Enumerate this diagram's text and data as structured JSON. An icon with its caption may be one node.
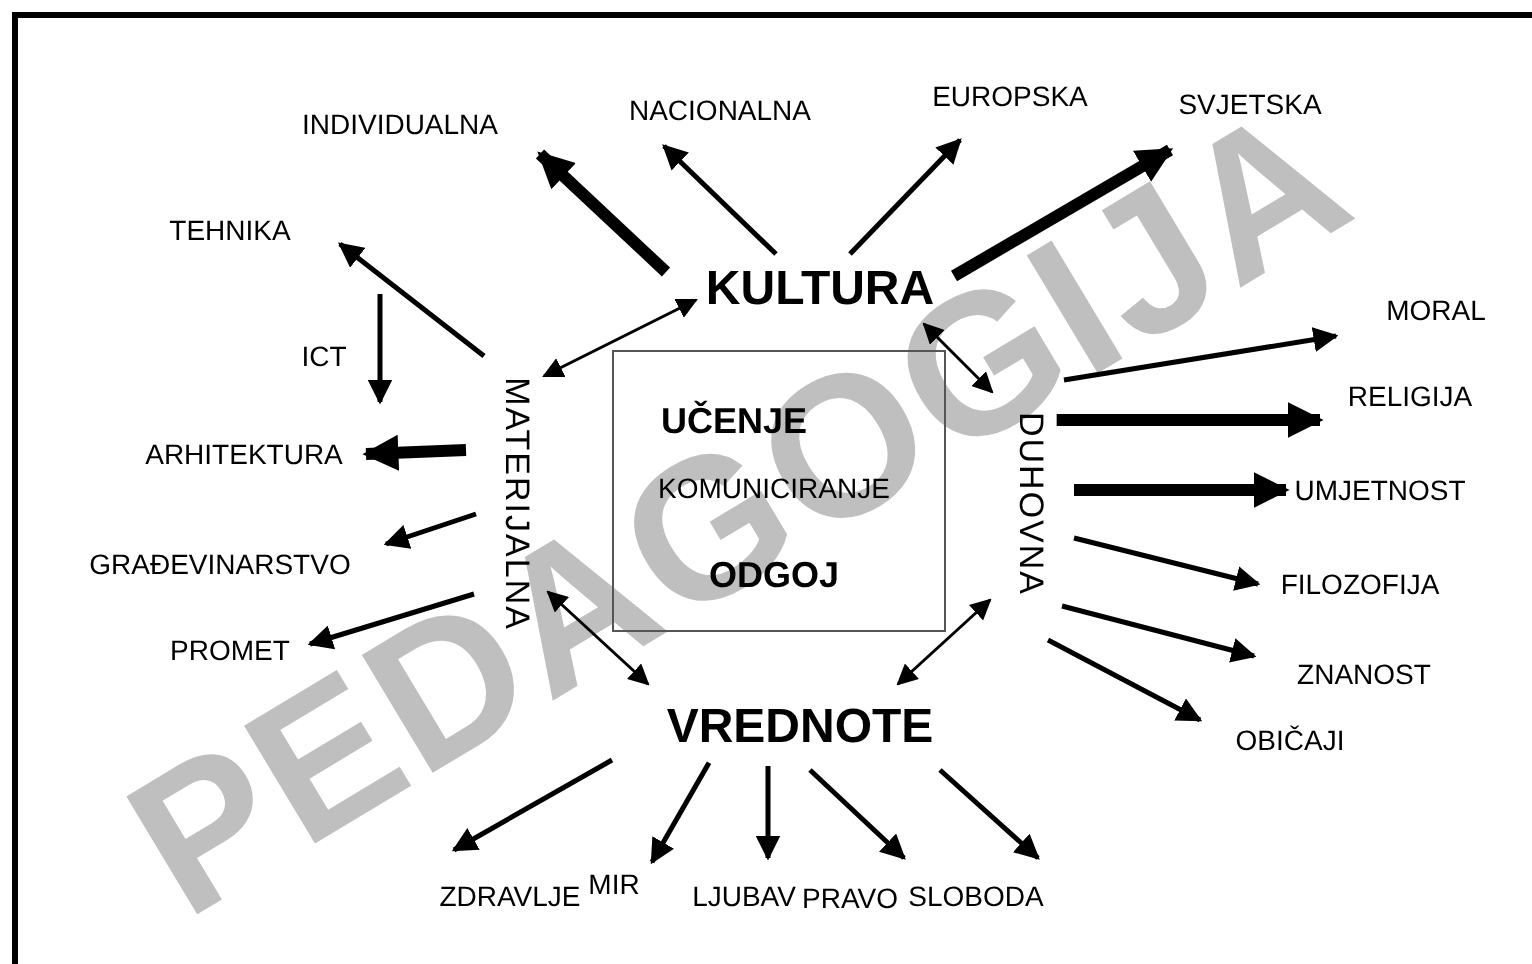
{
  "diagram": {
    "nodes": [
      {
        "text": [
          "KULTURA"
        ]
      },
      {
        "text": [
          "MATERIJALNA"
        ]
      },
      {
        "text": [
          "DUHOVNA"
        ]
      },
      {
        "text": [
          "UČENJE",
          "KOMUNICIRANJE",
          "ODGOJ"
        ]
      },
      {
        "text": [
          "VREDNOTE"
        ]
      },
      {
        "text": [
          "INDIVIDUALNA"
        ]
      },
      {
        "text": [
          "NACIONALNA"
        ]
      },
      {
        "text": [
          "EUROPSKA"
        ]
      },
      {
        "text": [
          "SVJETSKA"
        ]
      },
      {
        "text": [
          "TEHNIKA"
        ]
      },
      {
        "text": [
          "ARHITEKTURA"
        ]
      },
      {
        "text": [
          "GRAĐEVINARSTVO"
        ]
      },
      {
        "text": [
          "PROMET"
        ]
      },
      {
        "text": [
          "MORAL"
        ]
      },
      {
        "text": [
          "RELIGIJA"
        ]
      },
      {
        "text": [
          "UMJETNOST"
        ]
      },
      {
        "text": [
          "FILOZOFIJA"
        ]
      },
      {
        "text": [
          "ZNANOST"
        ]
      },
      {
        "text": [
          "OBIČAJI"
        ]
      },
      {
        "text": [
          "ZDRAVLJE"
        ]
      },
      {
        "text": [
          "MIR"
        ]
      },
      {
        "text": [
          "LJUBAV"
        ]
      },
      {
        "text": [
          "PRAVO"
        ]
      },
      {
        "text": [
          "SLOBODA"
        ]
      }
    ],
    "edges": [
      {
        "from": 0,
        "to": 5,
        "arrow": "to",
        "style": "thick"
      },
      {
        "from": 0,
        "to": 6,
        "arrow": "to"
      },
      {
        "from": 0,
        "to": 7,
        "arrow": "to"
      },
      {
        "from": 0,
        "to": 8,
        "arrow": "to",
        "style": "thick"
      },
      {
        "from": 0,
        "to": 1,
        "arrow": "both"
      },
      {
        "from": 0,
        "to": 2,
        "arrow": "both"
      },
      {
        "from": 1,
        "to": 9,
        "arrow": "to"
      },
      {
        "from": 9,
        "to": 10,
        "arrow": "to",
        "label": "ICT"
      },
      {
        "from": 1,
        "to": 10,
        "arrow": "to",
        "style": "thick"
      },
      {
        "from": 1,
        "to": 11,
        "arrow": "to"
      },
      {
        "from": 1,
        "to": 12,
        "arrow": "to"
      },
      {
        "from": 1,
        "to": 4,
        "arrow": "both"
      },
      {
        "from": 2,
        "to": 4,
        "arrow": "both"
      },
      {
        "from": 2,
        "to": 13,
        "arrow": "to"
      },
      {
        "from": 2,
        "to": 14,
        "arrow": "to",
        "style": "thick"
      },
      {
        "from": 2,
        "to": 15,
        "arrow": "to",
        "style": "thick"
      },
      {
        "from": 2,
        "to": 16,
        "arrow": "to"
      },
      {
        "from": 2,
        "to": 17,
        "arrow": "to"
      },
      {
        "from": 2,
        "to": 18,
        "arrow": "to"
      },
      {
        "from": 4,
        "to": 19,
        "arrow": "to"
      },
      {
        "from": 4,
        "to": 20,
        "arrow": "to"
      },
      {
        "from": 4,
        "to": 21,
        "arrow": "to"
      },
      {
        "from": 4,
        "to": 22,
        "arrow": "to"
      },
      {
        "from": 4,
        "to": 23,
        "arrow": "to"
      }
    ],
    "labels": [
      "PEDAGOGIJA"
    ]
  }
}
